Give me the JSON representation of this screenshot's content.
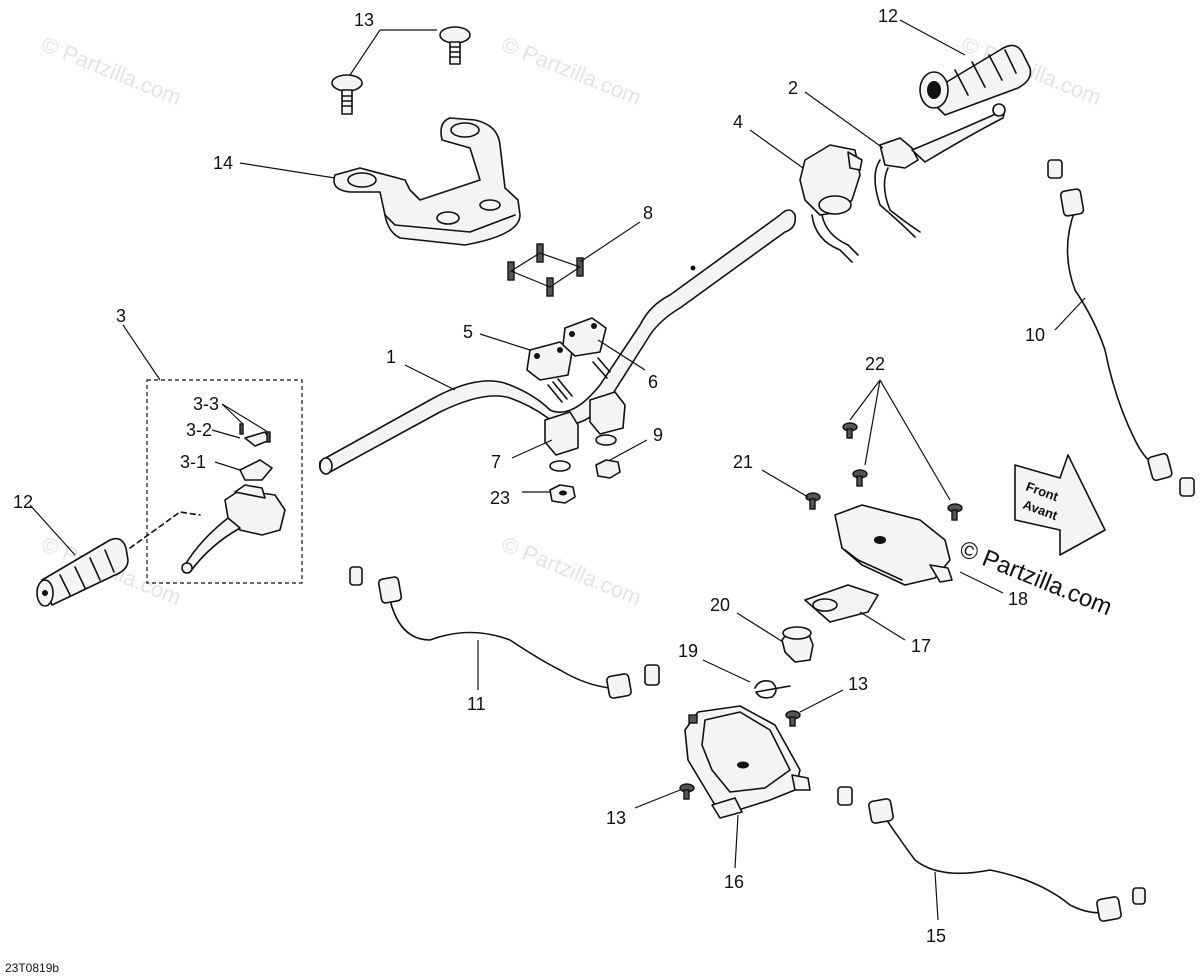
{
  "watermark": {
    "text": "© Partzilla.com"
  },
  "brand_watermark": {
    "text": "© Partzilla.com"
  },
  "drawing_code": "23T0819b",
  "front_arrow": {
    "line1": "Front",
    "line2": "Avant"
  },
  "callouts": [
    {
      "id": "1",
      "label": "1"
    },
    {
      "id": "2",
      "label": "2"
    },
    {
      "id": "3",
      "label": "3"
    },
    {
      "id": "3-1",
      "label": "3-1"
    },
    {
      "id": "3-2",
      "label": "3-2"
    },
    {
      "id": "3-3",
      "label": "3-3"
    },
    {
      "id": "4",
      "label": "4"
    },
    {
      "id": "5",
      "label": "5"
    },
    {
      "id": "6",
      "label": "6"
    },
    {
      "id": "7",
      "label": "7"
    },
    {
      "id": "8",
      "label": "8"
    },
    {
      "id": "9",
      "label": "9"
    },
    {
      "id": "10",
      "label": "10"
    },
    {
      "id": "11",
      "label": "11"
    },
    {
      "id": "12a",
      "label": "12"
    },
    {
      "id": "12b",
      "label": "12"
    },
    {
      "id": "13a",
      "label": "13"
    },
    {
      "id": "13b",
      "label": "13"
    },
    {
      "id": "13c",
      "label": "13"
    },
    {
      "id": "14",
      "label": "14"
    },
    {
      "id": "15",
      "label": "15"
    },
    {
      "id": "16",
      "label": "16"
    },
    {
      "id": "17",
      "label": "17"
    },
    {
      "id": "18",
      "label": "18"
    },
    {
      "id": "19",
      "label": "19"
    },
    {
      "id": "20",
      "label": "20"
    },
    {
      "id": "21",
      "label": "21"
    },
    {
      "id": "22",
      "label": "22"
    },
    {
      "id": "23",
      "label": "23"
    }
  ]
}
